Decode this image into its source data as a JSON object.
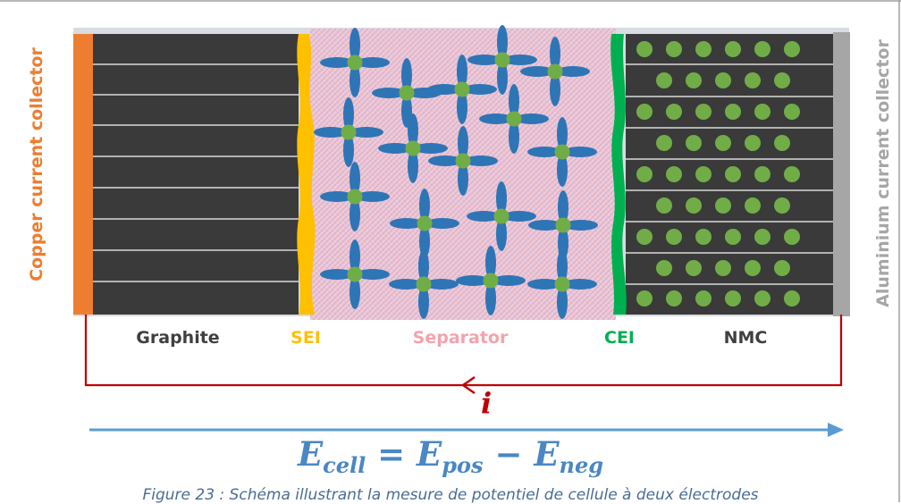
{
  "labels": {
    "copper": "Copper current collector",
    "aluminium": "Aluminium current collector",
    "graphite": "Graphite",
    "sei": "SEI",
    "separator": "Separator",
    "cei": "CEI",
    "nmc": "NMC",
    "current": "i"
  },
  "equation": {
    "lhs": "E",
    "lhs_sub": "cell",
    "eq": " = ",
    "pos": "E",
    "pos_sub": "pos",
    "minus": " − ",
    "neg": "E",
    "neg_sub": "neg"
  },
  "caption": "Figure 23 : Schéma illustrant la mesure de potentiel de cellule à deux électrodes",
  "colors": {
    "copper": "#ed7d31",
    "aluminium": "#a6a6a6",
    "graphite": "#3a3a3a",
    "sei": "#ffc000",
    "separator": "#f4c7d0",
    "cei": "#00b050",
    "nmc": "#3a3a3a",
    "particle": "#70ad47",
    "solvent": "#2e75b6",
    "circuit": "#c00000",
    "potential_arrow": "#5b9bd5"
  }
}
